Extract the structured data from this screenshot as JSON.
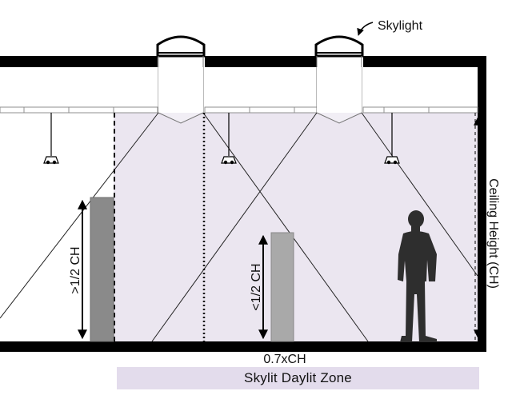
{
  "labels": {
    "skylight": "Skylight",
    "ceiling_height": "Ceiling Height (CH)",
    "more_than_half": ">1/2 CH",
    "less_than_half": "<1/2 CH",
    "zone_width": "0.7xCH",
    "zone_name": "Skylit Daylit Zone"
  },
  "colors": {
    "structure": "#000000",
    "daylit_fill": "#ebe6f0",
    "zone_bar": "#e3dcec",
    "partition_tall": "#8a8a8a",
    "partition_short": "#a9a9a9",
    "person": "#2e2e2e"
  },
  "icons": {
    "light_fixture": "pendant-light-icon",
    "occupant": "person-silhouette-icon"
  }
}
